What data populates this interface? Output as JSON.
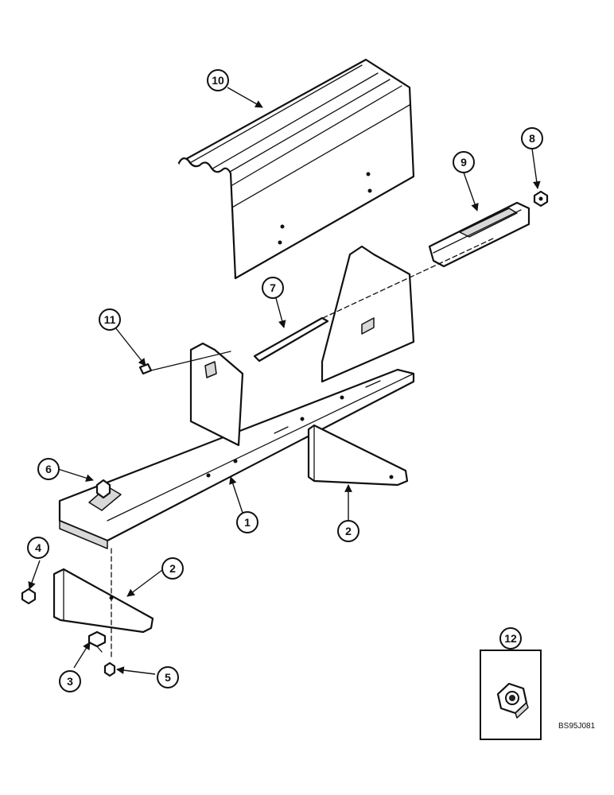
{
  "callouts": {
    "c1": "1",
    "c2a": "2",
    "c2b": "2",
    "c3": "3",
    "c4": "4",
    "c5": "5",
    "c6": "6",
    "c7": "7",
    "c8": "8",
    "c9": "9",
    "c10": "10",
    "c11": "11",
    "c12": "12"
  },
  "reference_code": "BS95J081"
}
